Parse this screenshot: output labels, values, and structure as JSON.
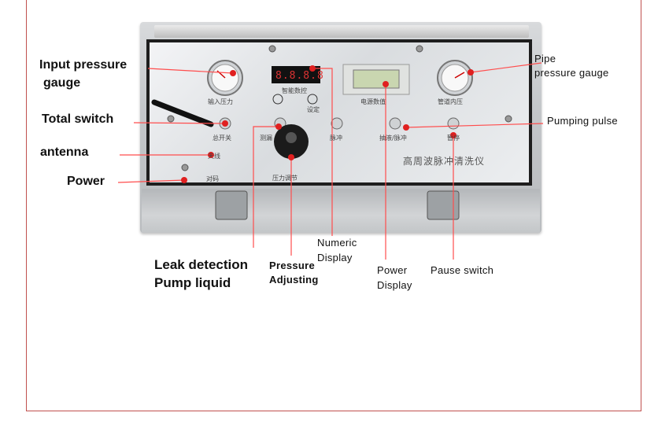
{
  "panel_text": {
    "input_gauge": "输入压力",
    "numeric": "智能数控",
    "setting": "设定",
    "power_display": "电源数值",
    "pipe_gauge": "管道内压",
    "total_switch": "总开关",
    "leak_test": "测漏",
    "pulse": "脉冲",
    "pump_pulse": "抽液/脉冲",
    "pause": "暂停",
    "antenna_plate": "天线",
    "pair": "对码",
    "pressure_adjust": "压力调节",
    "brand": "高周波脉冲清洗仪",
    "led": "8.8.8.8"
  },
  "annotations": {
    "input_pressure_1": "Input pressure",
    "input_pressure_2": "gauge",
    "total_switch": "Total switch",
    "antenna": "antenna",
    "power": "Power",
    "leak_1": "Leak detection",
    "leak_2": "Pump liquid",
    "pressure_1": "Pressure",
    "pressure_2": "Adjusting",
    "numeric_1": "Numeric",
    "numeric_2": "Display",
    "power_display_1": "Power",
    "power_display_2": "Display",
    "pause": "Pause switch",
    "pipe_1": "Pipe",
    "pipe_2": "pressure gauge",
    "pumping": "Pumping pulse"
  },
  "colors": {
    "leader": "#ff4d4d",
    "dot": "#e02020",
    "frame": "#c0504d"
  }
}
